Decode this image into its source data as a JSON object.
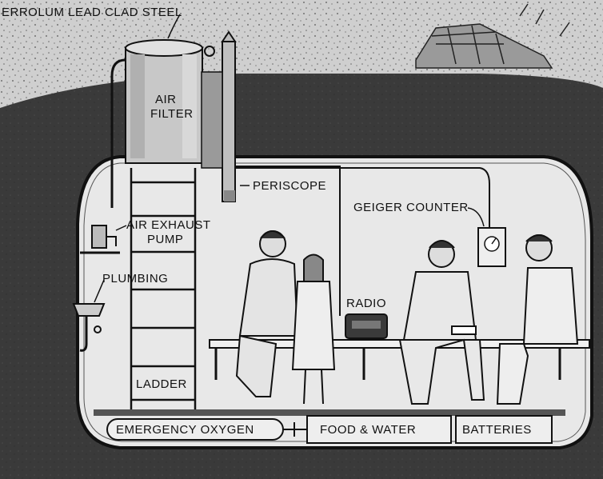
{
  "labels": {
    "wall": "ERROLUM LEAD CLAD STEEL",
    "air_filter_line1": "AIR",
    "air_filter_line2": "FILTER",
    "periscope": "PERISCOPE",
    "geiger_counter": "GEIGER COUNTER",
    "air_exhaust_line1": "AIR EXHAUST",
    "air_exhaust_line2": "PUMP",
    "plumbing": "PLUMBING",
    "radio": "RADIO",
    "ladder": "LADDER",
    "emergency_oxygen": "EMERGENCY OXYGEN",
    "food_water": "FOOD & WATER",
    "batteries": "BATTERIES"
  }
}
